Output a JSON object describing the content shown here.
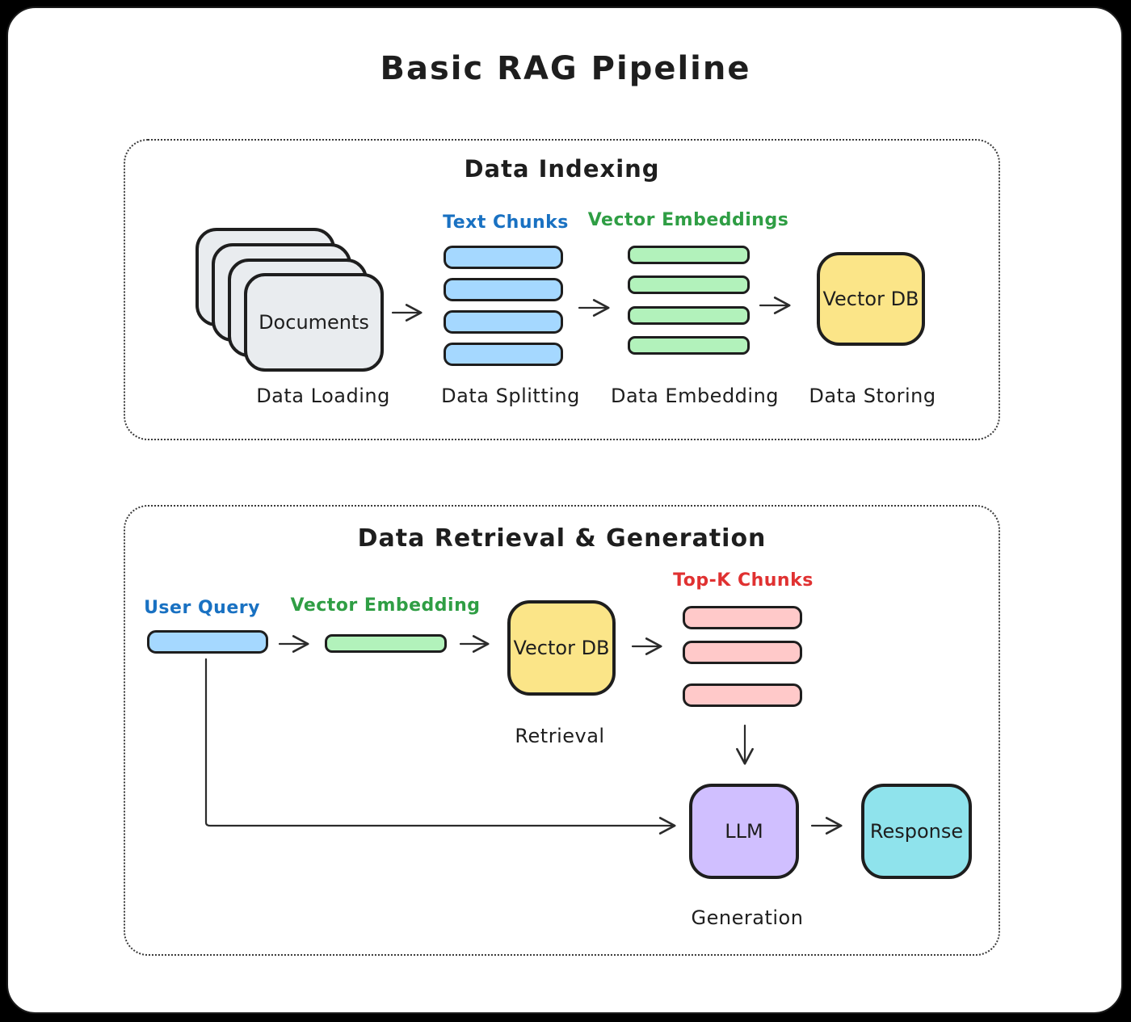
{
  "title": "Basic RAG Pipeline",
  "sections": {
    "indexing": {
      "heading": "Data Indexing",
      "documents": {
        "label": "Documents"
      },
      "chunks_label": "Text Chunks",
      "embeddings_label": "Vector Embeddings",
      "vector_db": "Vector DB",
      "captions": {
        "loading": "Data Loading",
        "splitting": "Data Splitting",
        "embedding": "Data Embedding",
        "storing": "Data Storing"
      }
    },
    "retrieval_generation": {
      "heading": "Data Retrieval & Generation",
      "user_query_label": "User Query",
      "embedding_label": "Vector Embedding",
      "vector_db": "Vector DB",
      "top_k_label": "Top-K Chunks",
      "llm": "LLM",
      "response": "Response",
      "captions": {
        "retrieval": "Retrieval",
        "generation": "Generation"
      }
    }
  },
  "colors": {
    "chunk_blue": "#a5d8ff",
    "label_blue": "#1971c2",
    "embedding_green": "#b2f2bb",
    "label_green": "#2f9e44",
    "db_yellow": "#fbe588",
    "chunk_pink": "#ffc9c9",
    "label_red": "#e03131",
    "llm_purple": "#d0bfff",
    "response_cyan": "#8fe3ec",
    "document_gray": "#e9ecef",
    "stroke": "#1e1e1e",
    "background": "#ffffff",
    "frame": "#000000"
  }
}
